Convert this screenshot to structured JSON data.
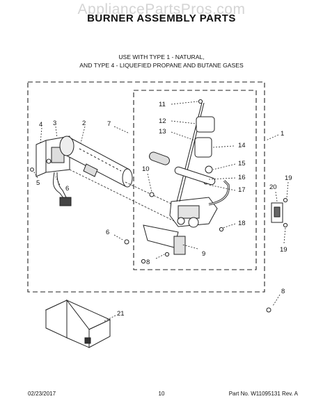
{
  "watermark": "AppliancePartsPros.com",
  "title": "BURNER ASSEMBLY PARTS",
  "subtitle": {
    "line1": "USE WITH TYPE 1 - NATURAL,",
    "line2": "AND TYPE 4 - LIQUEFIED PROPANE AND BUTANE GASES"
  },
  "callouts": {
    "c1": "1",
    "c2": "2",
    "c3": "3",
    "c4": "4",
    "c5": "5",
    "c6a": "6",
    "c6b": "6",
    "c7": "7",
    "c8a": "8",
    "c8b": "8",
    "c9": "9",
    "c10": "10",
    "c11": "11",
    "c12": "12",
    "c13": "13",
    "c14": "14",
    "c15": "15",
    "c16": "16",
    "c17": "17",
    "c18": "18",
    "c19a": "19",
    "c19b": "19",
    "c20": "20",
    "c21": "21"
  },
  "footer": {
    "date": "02/23/2017",
    "page": "10",
    "part": "Part No. W11095131  Rev. A"
  }
}
